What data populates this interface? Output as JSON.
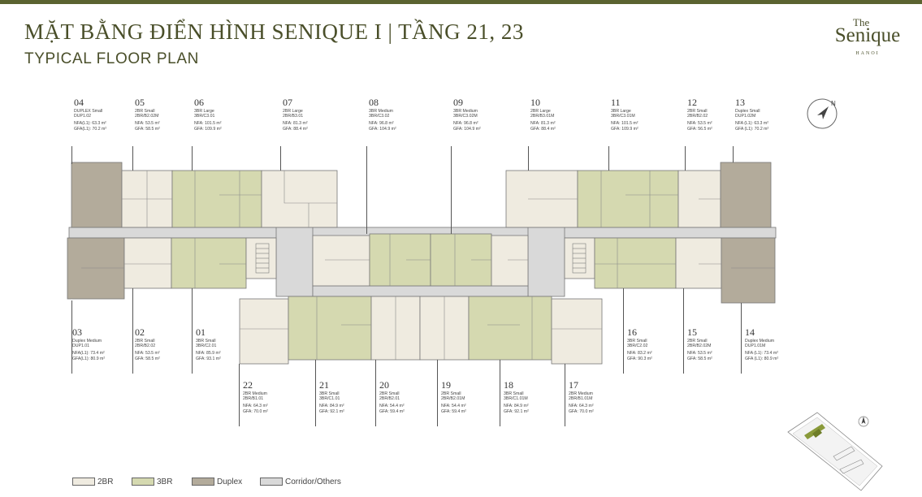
{
  "header": {
    "title_vn": "MẶT BẰNG ĐIỂN HÌNH SENIQUE I | TẦNG 21, 23",
    "title_en": "TYPICAL FLOOR PLAN"
  },
  "logo": {
    "the": "The",
    "name": "Senique",
    "city": "HANOI"
  },
  "colors": {
    "brand": "#4a4f2a",
    "br2": "#efebe0",
    "br3": "#d5d9b0",
    "duplex": "#b3ab9b",
    "corridor": "#d9d9d9"
  },
  "icons": [
    "compass-north-icon",
    "site-plan-icon",
    "north-arrow-icon"
  ],
  "units": [
    {
      "no": "04",
      "type": "DUPLEX Small",
      "code": "DUP1.02",
      "nfa": "NFA(L1): 63.3 m²",
      "gfa": "GFA(L1): 70.2 m²"
    },
    {
      "no": "05",
      "type": "2BR Small",
      "code": "2BR/B2.02M",
      "nfa": "NFA: 53.5 m²",
      "gfa": "GFA: 58.5 m²"
    },
    {
      "no": "06",
      "type": "3BR Large",
      "code": "3BR/C3.01",
      "nfa": "NFA: 101.5 m²",
      "gfa": "GFA: 109.9 m²"
    },
    {
      "no": "07",
      "type": "2BR Large",
      "code": "2BR/B3.01",
      "nfa": "NFA: 81.3 m²",
      "gfa": "GFA: 88.4 m²"
    },
    {
      "no": "08",
      "type": "3BR Medium",
      "code": "3BR/C3.02",
      "nfa": "NFA: 96.8 m²",
      "gfa": "GFA: 104.9 m²"
    },
    {
      "no": "09",
      "type": "3BR Medium",
      "code": "3BR/C3.02M",
      "nfa": "NFA: 96.8 m²",
      "gfa": "GFA: 104.9 m²"
    },
    {
      "no": "10",
      "type": "2BR Large",
      "code": "2BR/B3.01M",
      "nfa": "NFA: 81.3 m²",
      "gfa": "GFA: 88.4 m²"
    },
    {
      "no": "11",
      "type": "3BR Large",
      "code": "3BR/C3.01M",
      "nfa": "NFA: 101.5 m²",
      "gfa": "GFA: 109.9 m²"
    },
    {
      "no": "12",
      "type": "2BR Small",
      "code": "2BR/B2.02",
      "nfa": "NFA: 53.5 m²",
      "gfa": "GFA: 56.5 m²"
    },
    {
      "no": "13",
      "type": "Duplex Small",
      "code": "DUP1.02M",
      "nfa": "NFA (L1): 63.3 m²",
      "gfa": "GFA (L1): 70.2 m²"
    },
    {
      "no": "03",
      "type": "Duplex Medium",
      "code": "DUP1.01",
      "nfa": "NFA(L1): 73.4 m²",
      "gfa": "GFA(L1): 80.9 m²"
    },
    {
      "no": "02",
      "type": "2BR Small",
      "code": "2BR/B2.02",
      "nfa": "NFA: 53.5 m²",
      "gfa": "GFA: 58.5 m²"
    },
    {
      "no": "01",
      "type": "3BR Small",
      "code": "3BR/C2.01",
      "nfa": "NFA: 85.9 m²",
      "gfa": "GFA: 93.1 m²"
    },
    {
      "no": "16",
      "type": "3BR Small",
      "code": "3BR/C2.02",
      "nfa": "NFA: 83.2 m²",
      "gfa": "GFA: 90.3 m²"
    },
    {
      "no": "15",
      "type": "2BR Small",
      "code": "2BR/B2.02M",
      "nfa": "NFA: 53.5 m²",
      "gfa": "GFA: 58.5 m²"
    },
    {
      "no": "14",
      "type": "Duplex Medium",
      "code": "DUP1.01M",
      "nfa": "NFA (L1): 73.4 m²",
      "gfa": "GFA (L1): 80.9 m²"
    },
    {
      "no": "22",
      "type": "2BR Medium",
      "code": "2BR/B1.01",
      "nfa": "NFA: 64.3 m²",
      "gfa": "GFA: 70.0 m²"
    },
    {
      "no": "21",
      "type": "3BR Small",
      "code": "3BR/C1.01",
      "nfa": "NFA: 84.9 m²",
      "gfa": "GFA: 92.1 m²"
    },
    {
      "no": "20",
      "type": "2BR Small",
      "code": "2BR/B2.01",
      "nfa": "NFA: 54.4 m²",
      "gfa": "GFA: 59.4 m²"
    },
    {
      "no": "19",
      "type": "2BR Small",
      "code": "2BR/B2.01M",
      "nfa": "NFA: 54.4 m²",
      "gfa": "GFA: 59.4 m²"
    },
    {
      "no": "18",
      "type": "3BR Small",
      "code": "3BR/C1.01M",
      "nfa": "NFA: 84.9 m²",
      "gfa": "GFA: 92.1 m²"
    },
    {
      "no": "17",
      "type": "2BR Medium",
      "code": "2BR/B1.01M",
      "nfa": "NFA: 64.3 m²",
      "gfa": "GFA: 70.0 m²"
    }
  ],
  "legend": [
    {
      "label": "2BR",
      "color": "#efebe0"
    },
    {
      "label": "3BR",
      "color": "#d5d9b0"
    },
    {
      "label": "Duplex",
      "color": "#b3ab9b"
    },
    {
      "label": "Corridor/Others",
      "color": "#d9d9d9"
    }
  ]
}
